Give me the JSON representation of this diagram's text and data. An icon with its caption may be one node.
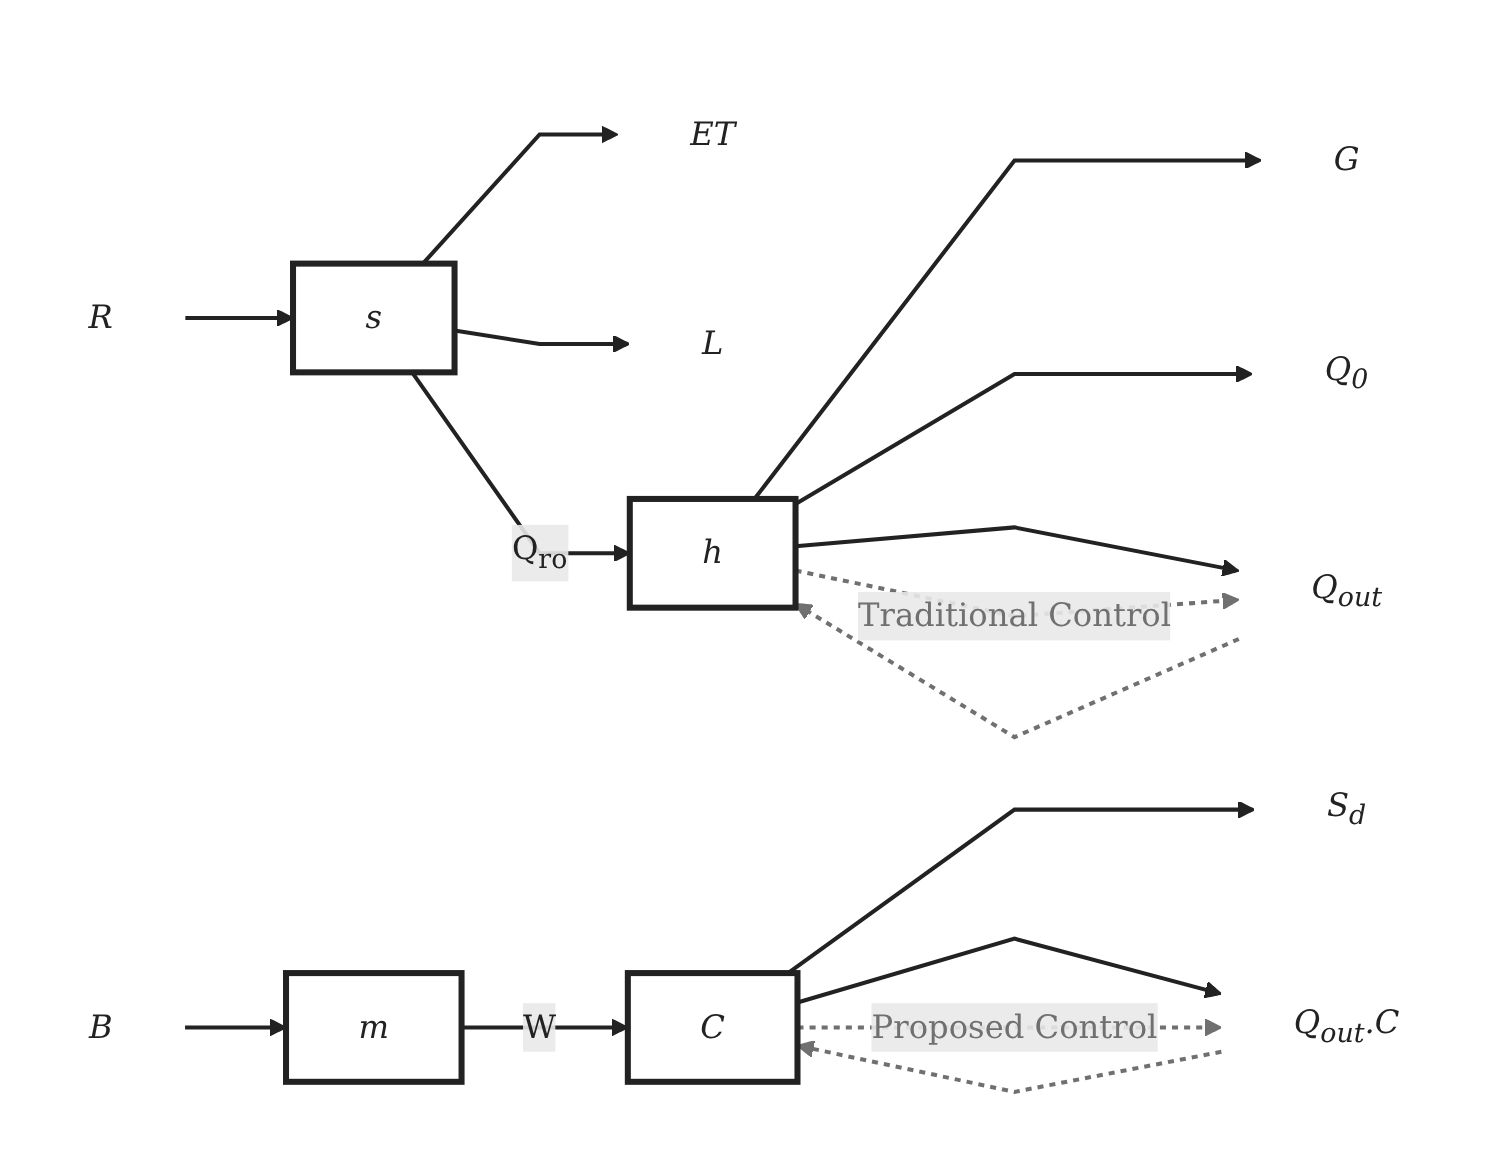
{
  "diagram": {
    "nodes": [
      {
        "text": [
          "R"
        ]
      },
      {
        "text": [
          "ET"
        ]
      },
      {
        "text": [
          "s"
        ]
      },
      {
        "text": [
          "L"
        ]
      },
      {
        "text": [
          "h"
        ]
      },
      {
        "text": [
          "G"
        ]
      },
      {
        "text": [
          "Q$_{0}$"
        ]
      },
      {
        "text": [
          "Q$_{out}$"
        ]
      },
      {
        "text": [
          "B"
        ]
      },
      {
        "text": [
          "m"
        ]
      },
      {
        "text": [
          "C"
        ]
      },
      {
        "text": [
          "S$_{d}$"
        ]
      },
      {
        "text": [
          "Q$_{out}$.C"
        ]
      }
    ],
    "edges": [
      {
        "from": 0,
        "to": 2,
        "arrow": "to"
      },
      {
        "from": 2,
        "to": 1,
        "arrow": "to"
      },
      {
        "from": 2,
        "to": 3,
        "arrow": "to"
      },
      {
        "from": 2,
        "to": 4,
        "arrow": "to",
        "label": "Q$_{ro}$"
      },
      {
        "from": 4,
        "to": 5,
        "arrow": "to"
      },
      {
        "from": 4,
        "to": 6,
        "arrow": "to"
      },
      {
        "from": 4,
        "to": 7,
        "arrow": "to"
      },
      {
        "from": 4,
        "to": 7,
        "arrow": "to",
        "label": "Traditional Control",
        "style": "dashed",
        "color": "#707070"
      },
      {
        "from": 7,
        "to": 4,
        "arrow": "to",
        "style": "dashed",
        "color": "#707070"
      },
      {
        "from": 8,
        "to": 9,
        "arrow": "to"
      },
      {
        "from": 9,
        "to": 10,
        "arrow": "to",
        "label": "W"
      },
      {
        "from": 10,
        "to": 11,
        "arrow": "to"
      },
      {
        "from": 10,
        "to": 12,
        "arrow": "to"
      },
      {
        "from": 12,
        "to": 10,
        "arrow": "to",
        "style": "dashed",
        "color": "#707070"
      },
      {
        "from": 10,
        "to": 12,
        "arrow": "to",
        "label": "Proposed Control",
        "style": "dashed",
        "color": "#707070"
      }
    ]
  }
}
